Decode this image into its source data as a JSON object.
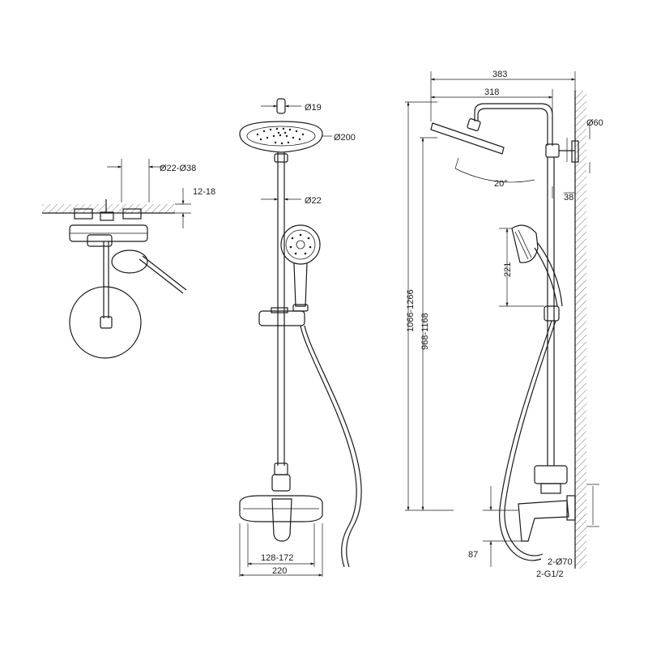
{
  "diagram": {
    "dimensions": {
      "top_view": {
        "pipe_diameter": "Ø22-Ø38",
        "depth": "12-18"
      },
      "front_view": {
        "rod_top_diameter": "Ø19",
        "head_diameter": "Ø200",
        "rod_diameter": "Ø22",
        "center_distance": "128-172",
        "mixer_width": "220"
      },
      "side_view": {
        "total_reach": "383",
        "arm_reach": "318",
        "wall_bracket": "Ø60",
        "tilt_angle": "20°",
        "offset": "38",
        "total_height": "1066-1266",
        "rod_height": "968-1168",
        "hand_shower": "221",
        "mixer_offset": "87",
        "escutcheon": "2-Ø70",
        "thread": "2-G1/2"
      }
    }
  }
}
